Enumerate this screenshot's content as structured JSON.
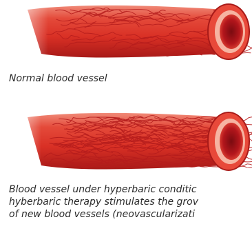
{
  "diagram": {
    "normal": {
      "caption": "Normal blood vessel"
    },
    "hyperbaric": {
      "caption_lines": [
        "Blood vessel under hyperbaric conditic",
        "hyberbaric therapy stimulates the grov",
        "of new blood vessels (neovascularizati"
      ]
    }
  },
  "colors": {
    "vessel_wall": "#e0342a",
    "vessel_shadow": "#a81a18",
    "vessel_highlight": "#f7a48f",
    "lumen": "#b3161c",
    "capillary": "#b51c1c",
    "caption_text": "#2b2b2b"
  }
}
